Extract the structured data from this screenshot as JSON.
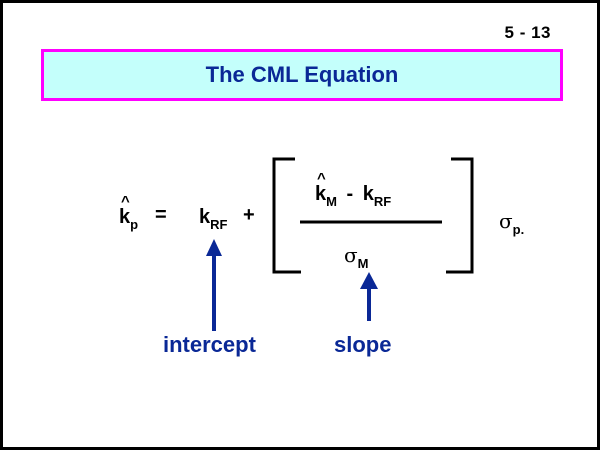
{
  "slide": {
    "number": "5 - 13",
    "title": "The CML Equation",
    "accent_colors": {
      "title_text": "#0a2896",
      "title_border": "#ff00ff",
      "title_fill": "#c4fffb",
      "arrow": "#0a2896"
    }
  },
  "equation": {
    "lhs": {
      "base": "k",
      "hat": true,
      "sub": "p"
    },
    "equals": "=",
    "intercept_term": {
      "base": "k",
      "sub": "RF"
    },
    "plus": "+",
    "numerator": {
      "term1": {
        "base": "k",
        "hat": true,
        "sub": "M"
      },
      "minus": "-",
      "term2": {
        "base": "k",
        "sub": "RF"
      }
    },
    "denominator": {
      "base": "σ",
      "sub": "M"
    },
    "multiplier": {
      "base": "σ",
      "sub": "p",
      "trailing": "."
    }
  },
  "annotations": {
    "intercept_label": "intercept",
    "slope_label": "slope"
  },
  "icons": {
    "intercept_arrow": "up-arrow-icon",
    "slope_arrow": "up-arrow-icon"
  }
}
